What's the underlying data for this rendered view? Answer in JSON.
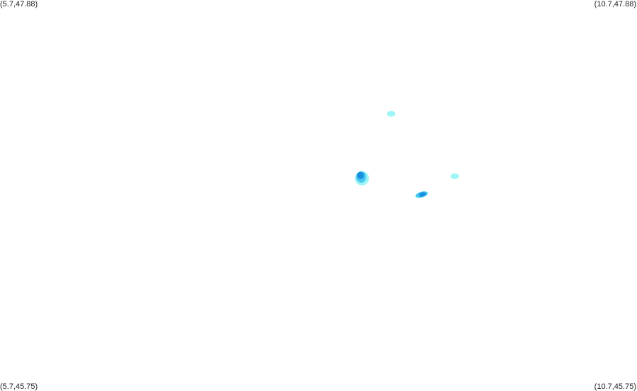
{
  "map": {
    "corners": {
      "top_left": "(5.7,47.88)",
      "top_right": "(10.7,47.88)",
      "bottom_left": "(5.7,45.75)",
      "bottom_right": "(10.7,45.75)"
    },
    "bounds": {
      "lon_min": 5.7,
      "lon_max": 10.7,
      "lat_min": 45.75,
      "lat_max": 47.88
    },
    "colors": {
      "background": "#ffffff",
      "light": "#9ff5f5",
      "mid": "#48c8f0",
      "dark": "#1a8fe0"
    },
    "spots": [
      {
        "lon": 8.77,
        "lat": 47.26,
        "level": "light"
      },
      {
        "lon": 8.53,
        "lat": 46.92,
        "level": "dark"
      },
      {
        "lon": 9.27,
        "lat": 46.92,
        "level": "light"
      },
      {
        "lon": 9.01,
        "lat": 46.82,
        "level": "mid"
      }
    ]
  }
}
